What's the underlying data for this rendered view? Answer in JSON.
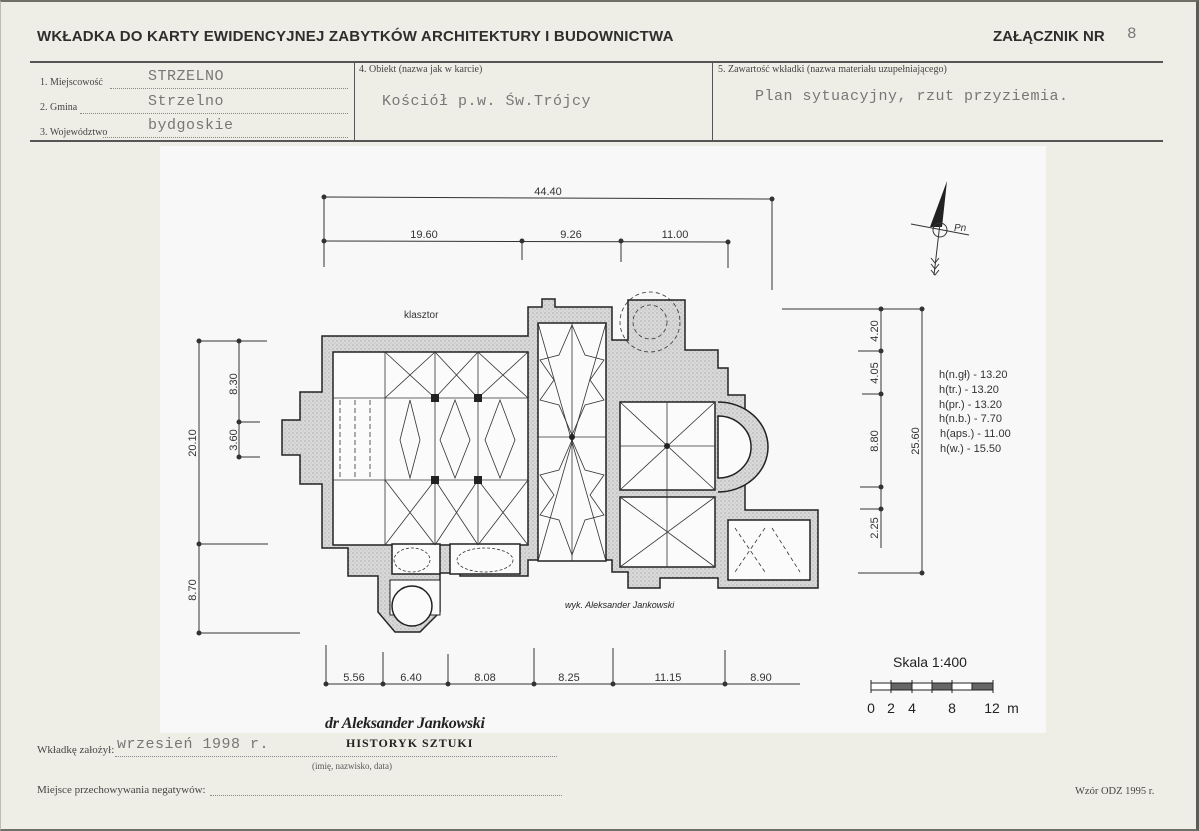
{
  "header": {
    "title": "WKŁADKA DO KARTY EWIDENCYJNEJ ZABYTKÓW ARCHITEKTURY I BUDOWNICTWA",
    "annex_label": "ZAŁĄCZNIK NR",
    "annex_number": "8"
  },
  "fields": {
    "locality": {
      "label": "1. Miejscowość",
      "value": "STRZELNO"
    },
    "commune": {
      "label": "2. Gmina",
      "value": "Strzelno"
    },
    "voivodeship": {
      "label": "3. Województwo",
      "value": "bydgoskie"
    },
    "object": {
      "label": "4. Obiekt  (nazwa jak w karcie)",
      "value": "Kościół p.w. Św.Trójcy"
    },
    "contents": {
      "label": "5. Zawartość wkładki  (nazwa materiału uzupełniającego)",
      "value": "Plan sytuacyjny, rzut przyziemia."
    }
  },
  "plan": {
    "top_dimensions": {
      "overall": "44.40",
      "segments": [
        "19.60",
        "9.26",
        "11.00"
      ]
    },
    "bottom_dimensions": [
      "5.56",
      "6.40",
      "8.08",
      "8.25",
      "11.15",
      "8.90"
    ],
    "left_dimensions": {
      "outer": [
        "20.10",
        "8.70"
      ],
      "inner": [
        "8.30",
        "3.60"
      ]
    },
    "right_dimensions": {
      "inner": [
        "4.20",
        "4.05",
        "8.80",
        "2.25"
      ],
      "overall": "25.60"
    },
    "heights": [
      "h(n.gł) - 13.20",
      "h(tr.) - 13.20",
      "h(pr.) - 13.20",
      "h(n.b.) - 7.70",
      "h(aps.) - 11.00",
      "h(w.) - 15.50"
    ],
    "label_klasztor": "klasztor",
    "north_label": "Pn",
    "drawn_by": "wyk. Aleksander Jankowski",
    "scale": {
      "title": "Skala 1:400",
      "ticks": [
        "0",
        "2",
        "4",
        "8",
        "12"
      ],
      "unit": "m"
    }
  },
  "footer": {
    "created_by_label": "Wkładkę założył:",
    "created_by_value": "wrzesień 1998 r.",
    "stamp_name": "dr Aleksander Jankowski",
    "stamp_title": "HISTORYK SZTUKI",
    "caption": "(imię, nazwisko, data)",
    "negatives_label": "Miejsce przechowywania negatywów:",
    "form_note": "Wzór ODZ 1995 r."
  }
}
